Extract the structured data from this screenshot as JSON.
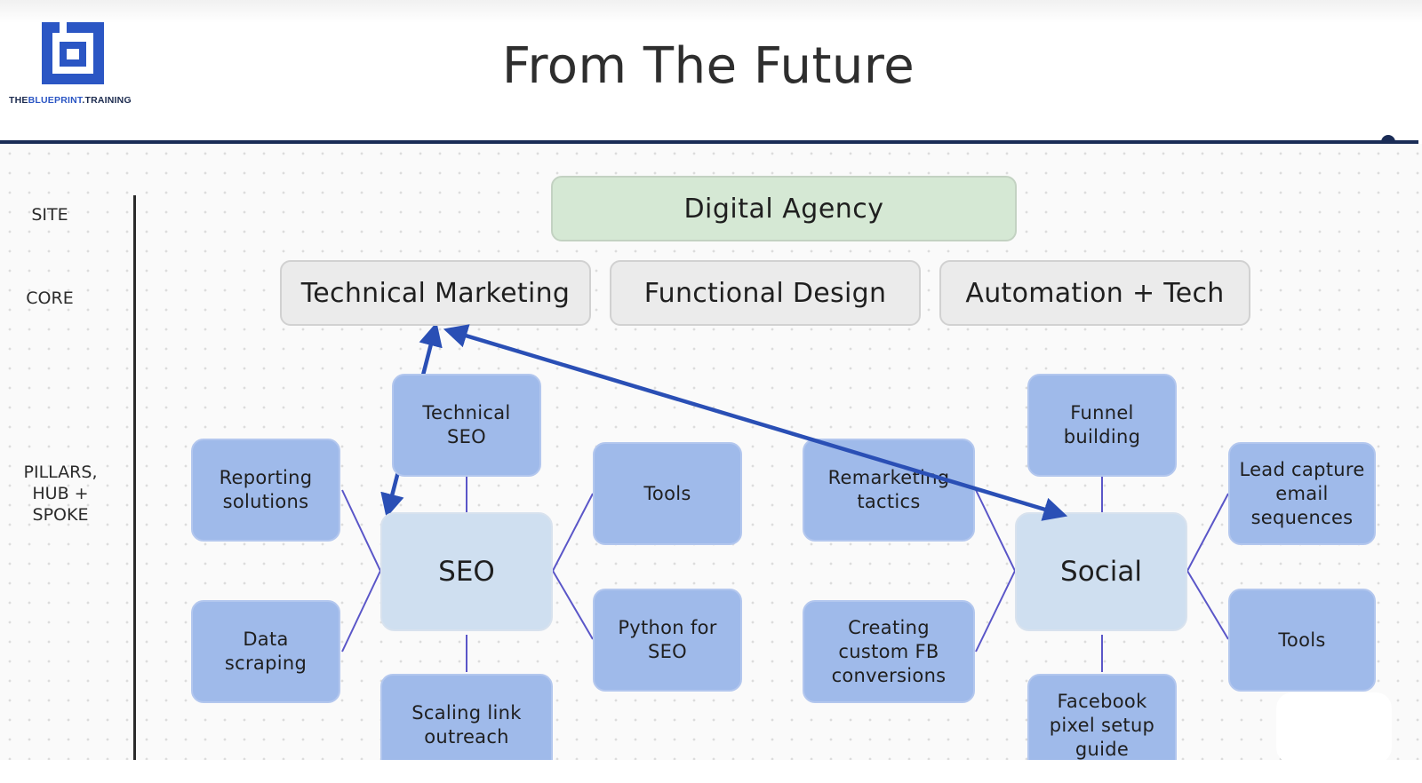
{
  "header": {
    "title": "From The Future",
    "logo_text_prefix": "THE",
    "logo_text_highlight": "BLUEPRINT",
    "logo_text_suffix": ".TRAINING"
  },
  "levels": {
    "site": "SITE",
    "core": "CORE",
    "pillars": "PILLARS,\nHUB +\nSPOKE"
  },
  "site_node": "Digital Agency",
  "core_nodes": [
    "Technical Marketing",
    "Functional Design",
    "Automation + Tech"
  ],
  "hubs": {
    "seo": "SEO",
    "social": "Social"
  },
  "seo_spokes": {
    "technical_seo": "Technical\nSEO",
    "reporting": "Reporting\nsolutions",
    "data_scraping": "Data\nscraping",
    "tools": "Tools",
    "python": "Python for\nSEO",
    "link_outreach": "Scaling link\noutreach"
  },
  "social_spokes": {
    "funnel": "Funnel\nbuilding",
    "remarketing": "Remarketing\ntactics",
    "fb_conversions": "Creating\ncustom FB\nconversions",
    "lead_capture": "Lead capture\nemail\nsequences",
    "tools": "Tools",
    "pixel": "Facebook\npixel setup\nguide"
  },
  "colors": {
    "site_fill": "#d5e8d4",
    "core_fill": "#ebebeb",
    "hub_fill": "#cfdff0",
    "spoke_fill": "#9fbaea",
    "arrow": "#2a4fb5",
    "connector": "#5a56c8",
    "rule": "#1a2c56"
  }
}
